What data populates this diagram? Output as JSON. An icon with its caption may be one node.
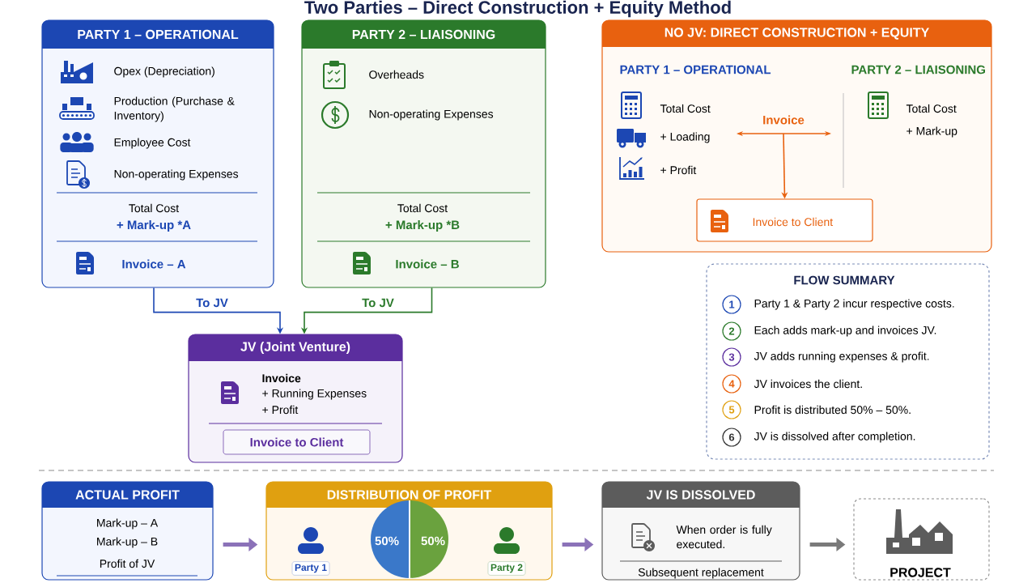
{
  "diagram": {
    "title": "Two Parties – Direct Construction + Equity Method",
    "nodes": [
      {
        "text": [
          "PARTY 1 – OPERATIONAL",
          "Opex (Depreciation)",
          "Production (Purchase & Inventory)",
          "Employee Cost",
          "Non-operating Expenses",
          "Total Cost",
          "+ Mark-up *A",
          "Invoice – A"
        ]
      },
      {
        "text": [
          "PARTY 2 – LIAISONING",
          "Overheads",
          "Non-operating Expenses",
          "Total Cost",
          "+ Mark-up *B",
          "Invoice – B"
        ]
      },
      {
        "text": [
          "NO JV: DIRECT CONSTRUCTION + EQUITY",
          "PARTY 1 – OPERATIONAL",
          "Total Cost",
          "+ Loading",
          "+ Profit",
          "PARTY 2 – LIAISONING",
          "Total Cost",
          "+ Mark-up"
        ]
      },
      {
        "text": [
          "Invoice to Client"
        ],
        "in": 2
      },
      {
        "text": [
          "JV (Joint Venture)",
          "Invoice",
          "+ Running Expenses",
          "+ Profit"
        ]
      },
      {
        "text": [
          "Invoice to Client"
        ],
        "in": 4
      },
      {
        "text": [
          "FLOW SUMMARY",
          "1",
          "Party 1 & Party 2 incur respective costs.",
          "2",
          "Each adds mark-up and invoices JV.",
          "3",
          "JV adds running expenses & profit.",
          "4",
          "JV invoices the client.",
          "5",
          "Profit is distributed 50% – 50%.",
          "6",
          "JV is dissolved after completion."
        ]
      },
      {
        "text": [
          "ACTUAL PROFIT",
          "Mark-up – A",
          "Mark-up – B",
          "Profit of JV"
        ]
      },
      {
        "text": [
          "DISTRIBUTION OF PROFIT",
          "50%",
          "50%"
        ]
      },
      {
        "text": [
          "Party 1"
        ],
        "in": 8
      },
      {
        "text": [
          "Party 2"
        ],
        "in": 8
      },
      {
        "text": [
          "JV IS DISSOLVED",
          "When order is fully executed.",
          "Subsequent replacement"
        ]
      },
      {
        "text": [
          "PROJECT"
        ]
      }
    ],
    "edges": [
      {
        "from": 0,
        "to": 4,
        "arrow": "to",
        "label": "To JV",
        "color": "#1c47b3"
      },
      {
        "from": 1,
        "to": 4,
        "arrow": "to",
        "label": "To JV",
        "color": "#2b7a2b"
      },
      {
        "from": null,
        "to": 3,
        "arrow": "to",
        "label": "Invoice",
        "color": "#e8610f"
      },
      {
        "from": 7,
        "to": 8,
        "arrow": "to",
        "style": "thick"
      },
      {
        "from": 8,
        "to": 11,
        "arrow": "to",
        "style": "thick"
      },
      {
        "from": 11,
        "to": 12,
        "arrow": "to",
        "style": "thick",
        "color": "#7a7a7a"
      }
    ]
  }
}
